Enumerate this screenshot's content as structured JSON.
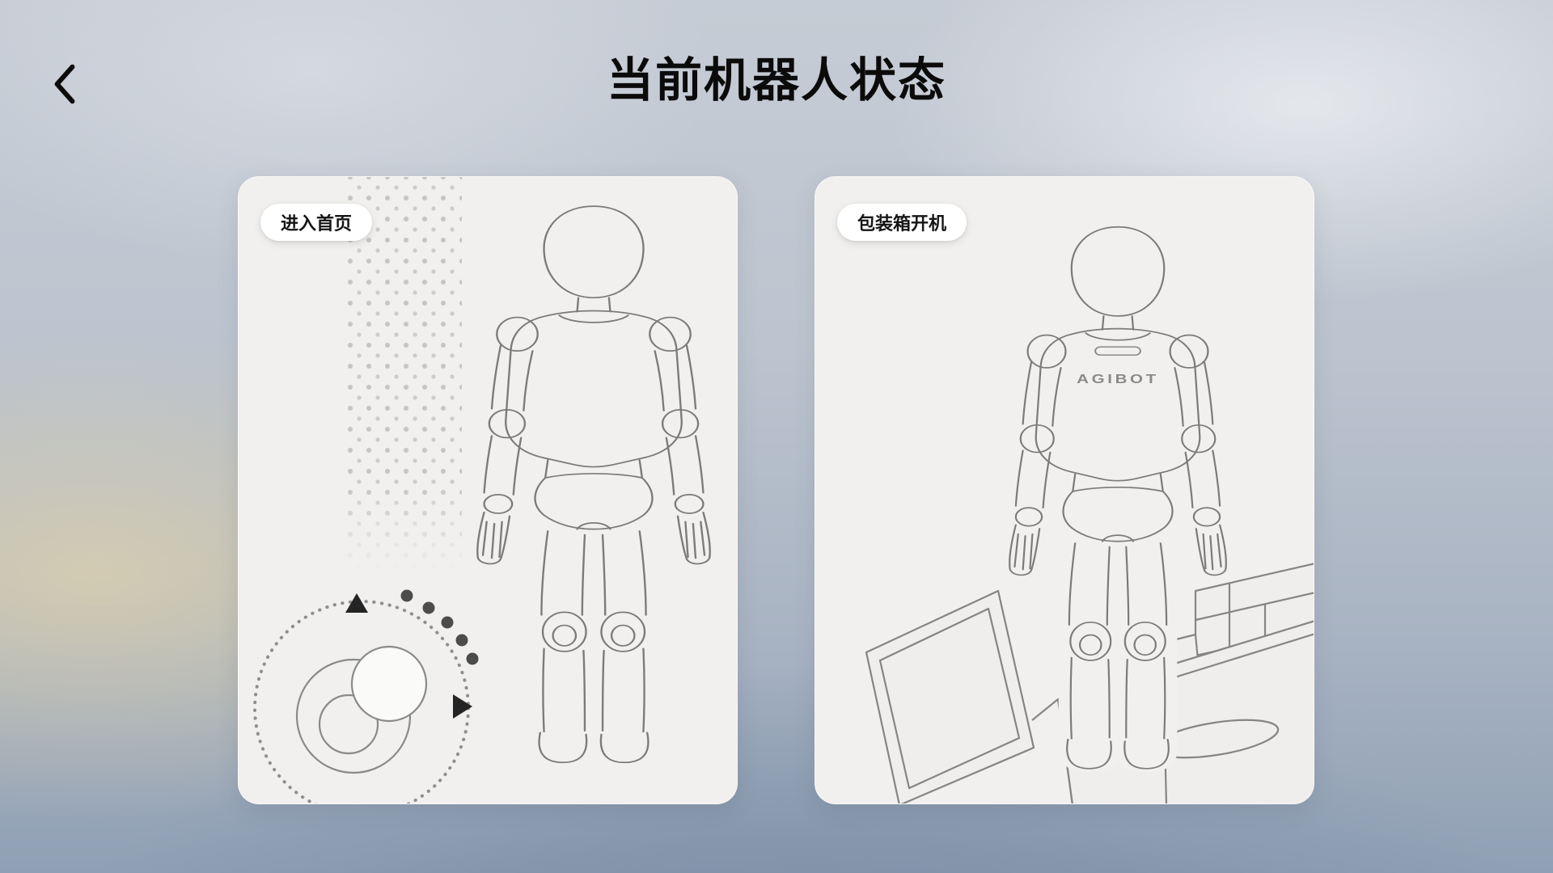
{
  "header": {
    "back_icon": "chevron-left",
    "title": "当前机器人状态"
  },
  "cards": {
    "left": {
      "badge": "进入首页",
      "illustration": "humanoid-robot-front-with-remote-dial"
    },
    "right": {
      "badge": "包装箱开机",
      "brand": "AGIBOT",
      "illustration": "humanoid-robot-stepping-out-of-packing-box"
    }
  },
  "colors": {
    "background_top": "#c6ccd5",
    "background_bottom": "#90a0b4",
    "warm_glow": "#ecd8a5",
    "card_background": "#f1f0ee",
    "badge_background": "#ffffff",
    "line_art": "#7b7b79",
    "title_text": "#0b0b0b"
  }
}
